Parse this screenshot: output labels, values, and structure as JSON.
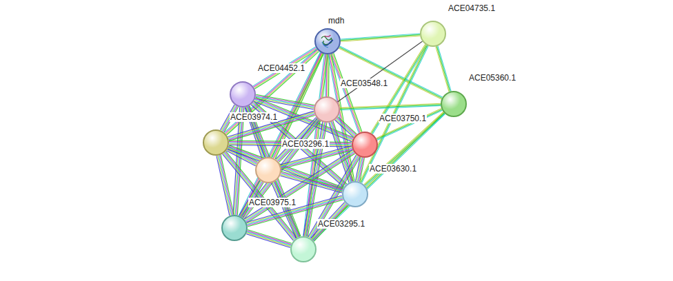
{
  "diagram": {
    "nodes": [
      {
        "text": [
          "mdh"
        ]
      },
      {
        "text": [
          "ACE04735.1"
        ]
      },
      {
        "text": [
          "ACE04452.1"
        ]
      },
      {
        "text": [
          "ACE03548.1"
        ]
      },
      {
        "text": [
          "ACE05360.1"
        ]
      },
      {
        "text": [
          "ACE03974.1"
        ]
      },
      {
        "text": [
          "ACE03750.1"
        ]
      },
      {
        "text": [
          "ACE03296.1"
        ]
      },
      {
        "text": [
          "ACE03630.1"
        ]
      },
      {
        "text": [
          "ACE03975.1"
        ]
      },
      {
        "text": [
          "ACE03295.1"
        ]
      }
    ],
    "edges": [
      {
        "from": 0,
        "to": 1,
        "arrow": "none"
      },
      {
        "from": 0,
        "to": 2,
        "arrow": "none"
      },
      {
        "from": 0,
        "to": 3,
        "arrow": "none"
      },
      {
        "from": 0,
        "to": 4,
        "arrow": "none"
      },
      {
        "from": 0,
        "to": 5,
        "arrow": "none"
      },
      {
        "from": 0,
        "to": 6,
        "arrow": "none"
      },
      {
        "from": 0,
        "to": 7,
        "arrow": "none"
      },
      {
        "from": 0,
        "to": 8,
        "arrow": "none"
      },
      {
        "from": 0,
        "to": 9,
        "arrow": "none"
      },
      {
        "from": 0,
        "to": 10,
        "arrow": "none"
      },
      {
        "from": 1,
        "to": 3,
        "arrow": "none"
      },
      {
        "from": 1,
        "to": 4,
        "arrow": "none"
      },
      {
        "from": 1,
        "to": 6,
        "arrow": "none"
      },
      {
        "from": 1,
        "to": 8,
        "arrow": "none"
      },
      {
        "from": 4,
        "to": 3,
        "arrow": "none"
      },
      {
        "from": 4,
        "to": 6,
        "arrow": "none"
      },
      {
        "from": 4,
        "to": 8,
        "arrow": "none"
      },
      {
        "from": 4,
        "to": 10,
        "arrow": "none"
      },
      {
        "from": 2,
        "to": 3,
        "arrow": "none"
      },
      {
        "from": 2,
        "to": 5,
        "arrow": "none"
      },
      {
        "from": 2,
        "to": 6,
        "arrow": "none"
      },
      {
        "from": 2,
        "to": 7,
        "arrow": "none"
      },
      {
        "from": 2,
        "to": 8,
        "arrow": "none"
      },
      {
        "from": 2,
        "to": 9,
        "arrow": "none"
      },
      {
        "from": 2,
        "to": 10,
        "arrow": "none"
      },
      {
        "from": 3,
        "to": 5,
        "arrow": "none"
      },
      {
        "from": 3,
        "to": 6,
        "arrow": "none"
      },
      {
        "from": 3,
        "to": 7,
        "arrow": "none"
      },
      {
        "from": 3,
        "to": 8,
        "arrow": "none"
      },
      {
        "from": 3,
        "to": 9,
        "arrow": "none"
      },
      {
        "from": 3,
        "to": 10,
        "arrow": "none"
      },
      {
        "from": 5,
        "to": 6,
        "arrow": "none"
      },
      {
        "from": 5,
        "to": 7,
        "arrow": "none"
      },
      {
        "from": 5,
        "to": 8,
        "arrow": "none"
      },
      {
        "from": 5,
        "to": 9,
        "arrow": "none"
      },
      {
        "from": 5,
        "to": 10,
        "arrow": "none"
      },
      {
        "from": 6,
        "to": 7,
        "arrow": "none"
      },
      {
        "from": 6,
        "to": 8,
        "arrow": "none"
      },
      {
        "from": 6,
        "to": 9,
        "arrow": "none"
      },
      {
        "from": 6,
        "to": 10,
        "arrow": "none"
      },
      {
        "from": 7,
        "to": 8,
        "arrow": "none"
      },
      {
        "from": 7,
        "to": 9,
        "arrow": "none"
      },
      {
        "from": 7,
        "to": 10,
        "arrow": "none"
      },
      {
        "from": 8,
        "to": 9,
        "arrow": "none"
      },
      {
        "from": 8,
        "to": 10,
        "arrow": "none"
      },
      {
        "from": 9,
        "to": 10,
        "arrow": "none"
      }
    ]
  }
}
